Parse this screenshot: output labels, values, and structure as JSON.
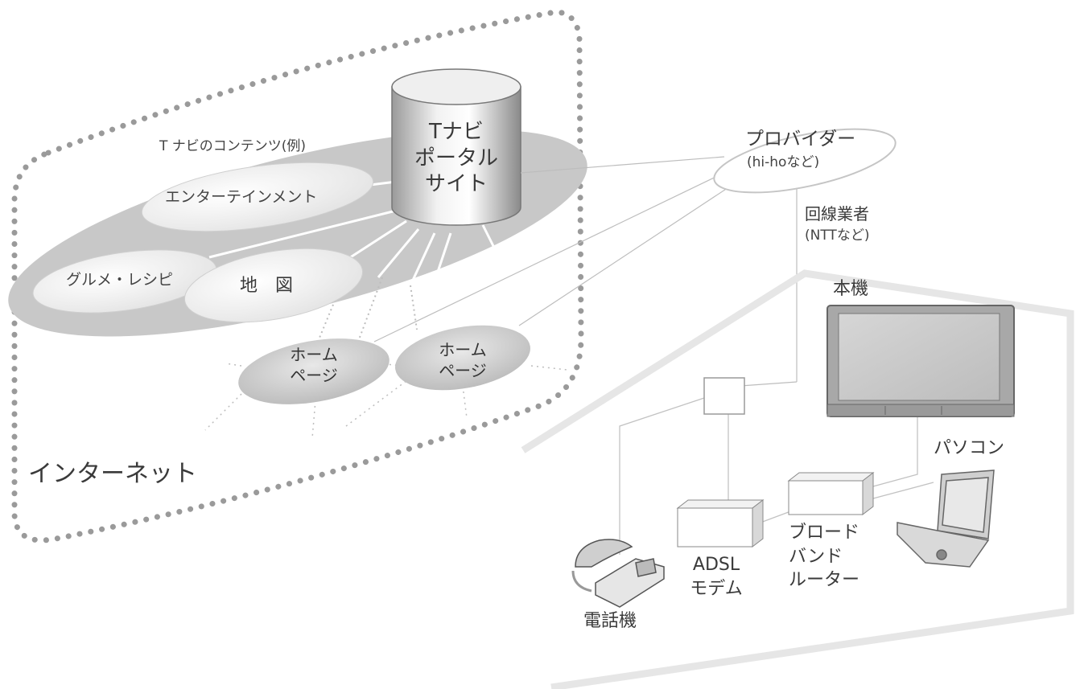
{
  "internet": {
    "label": "インターネット",
    "contents_label": "T ナビのコンテンツ(例)"
  },
  "portal": {
    "lines": [
      "Tナビ",
      "ポータル",
      "サイト"
    ]
  },
  "contents": {
    "entertainment": "エンターテインメント",
    "gourmet": "グルメ・レシピ",
    "map": "地　図"
  },
  "homepages": [
    {
      "lines": [
        "ホーム",
        "ページ"
      ]
    },
    {
      "lines": [
        "ホーム",
        "ページ"
      ]
    }
  ],
  "provider": {
    "name": "プロバイダー",
    "example": "(hi-hoなど)"
  },
  "carrier": {
    "name": "回線業者",
    "example": "(NTTなど)"
  },
  "devices": {
    "tv": "本機",
    "pc": "パソコン",
    "phone": "電話機",
    "modem": [
      "ADSL",
      "モデム"
    ],
    "router": [
      "ブロード",
      "バンド",
      "ルーター"
    ]
  }
}
